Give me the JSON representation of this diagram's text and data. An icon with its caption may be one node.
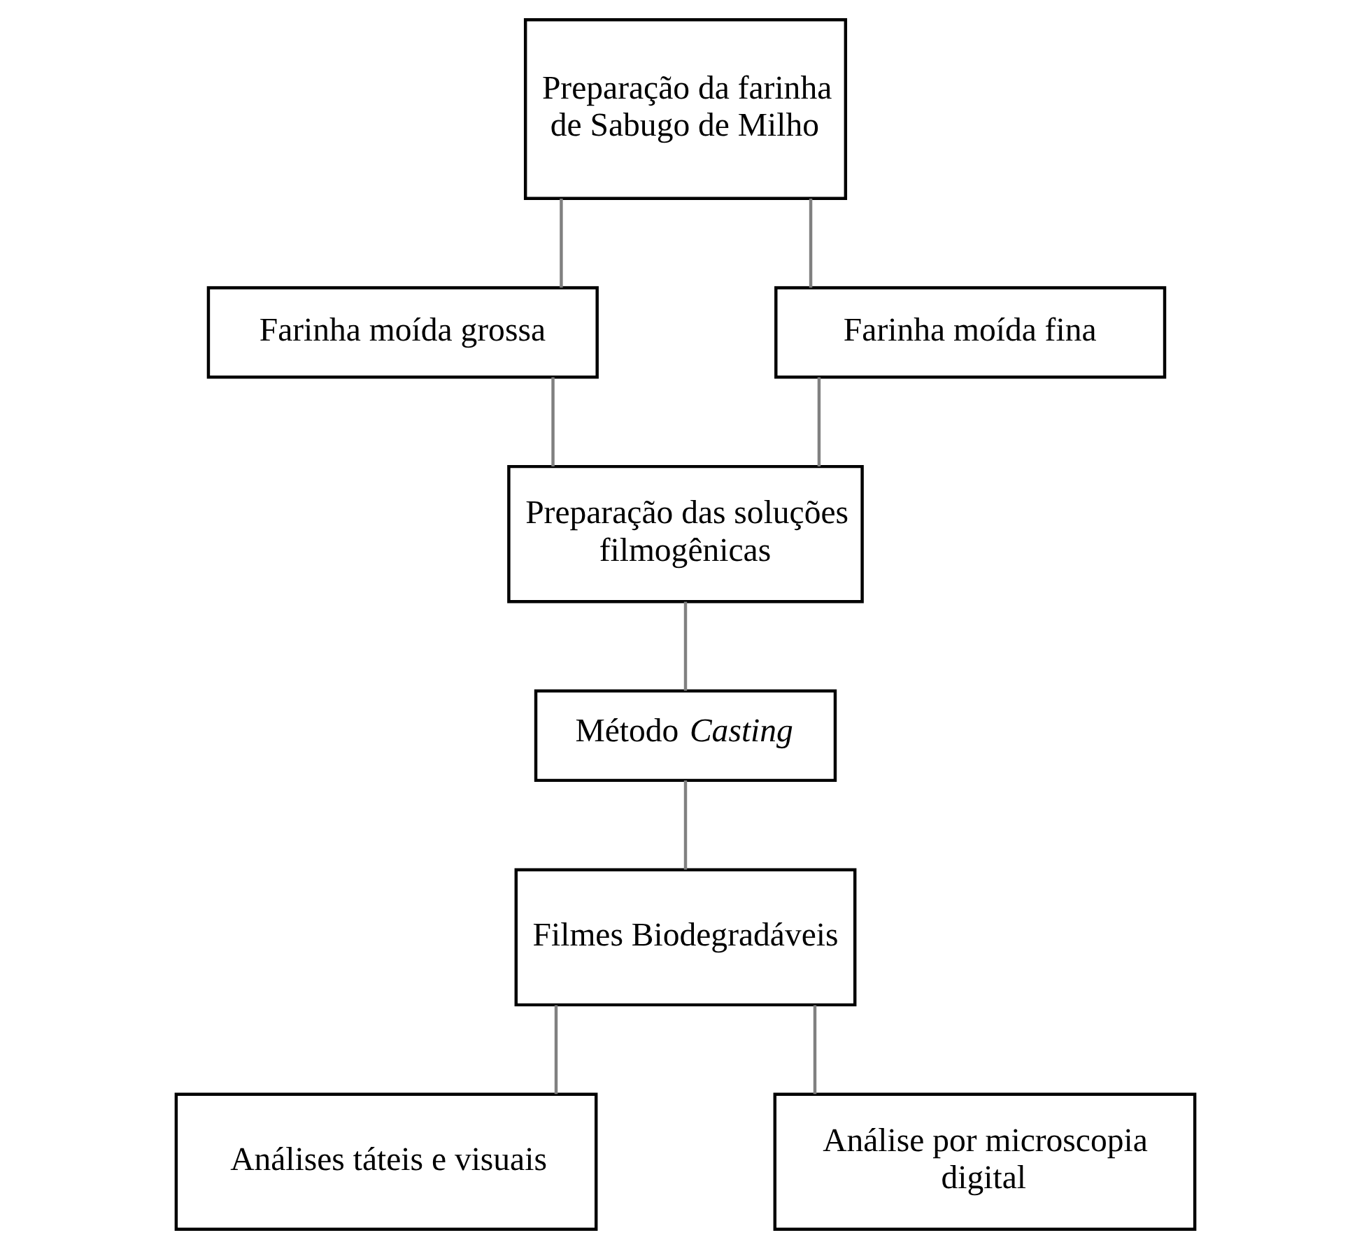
{
  "diagram": {
    "nodes": [
      {
        "text": [
          "Preparação da farinha de Sabugo de Milho"
        ]
      },
      {
        "text": [
          "Farinha moída grossa"
        ]
      },
      {
        "text": [
          "Farinha moída fina"
        ]
      },
      {
        "text": [
          "Preparação das soluções filmogênicas"
        ]
      },
      {
        "text": [
          "Método *Casting*"
        ]
      },
      {
        "text": [
          "Filmes Biodegradáveis"
        ]
      },
      {
        "text": [
          "Análises táteis e visuais"
        ]
      },
      {
        "text": [
          "Análise por microscopia digital"
        ]
      }
    ],
    "edges": [
      {
        "from": 0,
        "to": 1,
        "arrow": "none"
      },
      {
        "from": 0,
        "to": 2,
        "arrow": "none"
      },
      {
        "from": 1,
        "to": 3,
        "arrow": "none"
      },
      {
        "from": 2,
        "to": 3,
        "arrow": "none"
      },
      {
        "from": 3,
        "to": 4,
        "arrow": "none"
      },
      {
        "from": 4,
        "to": 5,
        "arrow": "none"
      },
      {
        "from": 5,
        "to": 6,
        "arrow": "none"
      },
      {
        "from": 5,
        "to": 7,
        "arrow": "none"
      }
    ]
  }
}
